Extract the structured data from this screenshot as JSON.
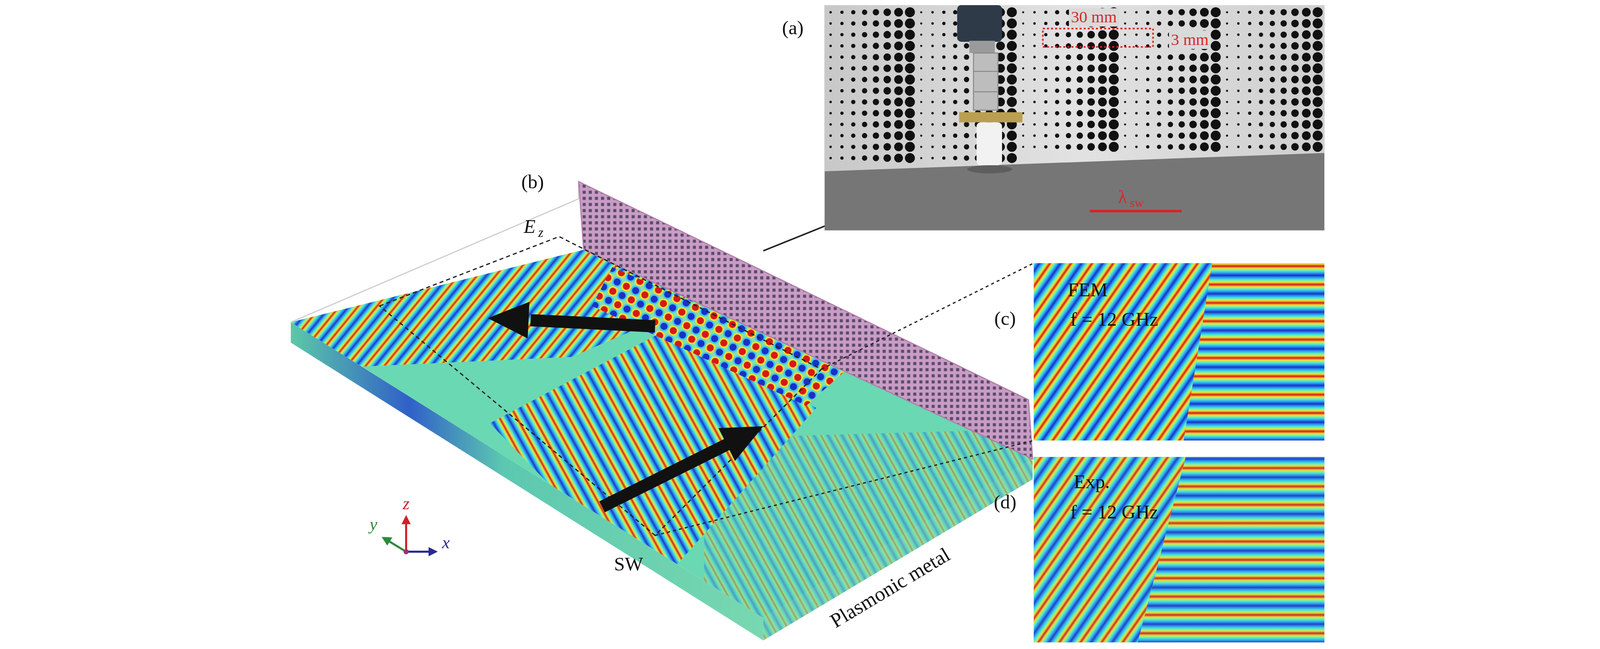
{
  "diagram": {
    "nodes": [
      {
        "text": [
          "(a)",
          "30 mm",
          "3 mm",
          "λ",
          "sw"
        ]
      },
      {
        "text": [
          "(c)",
          "FEM",
          "f = 12 GHz"
        ]
      },
      {
        "text": [
          "(d)",
          "Exp.",
          "f = 12 GHz"
        ]
      }
    ],
    "labels": [
      "(b)",
      "E",
      "z",
      "SW",
      "Plasmonic metal",
      "z",
      "y",
      "x"
    ]
  }
}
